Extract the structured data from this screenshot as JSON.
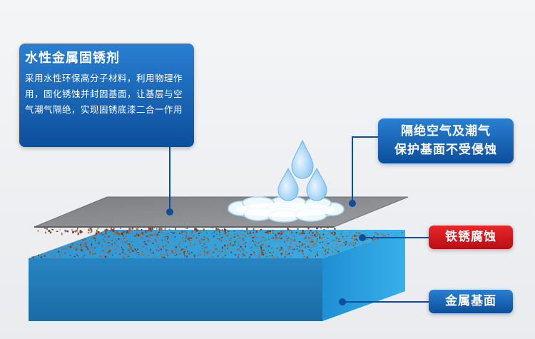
{
  "colors": {
    "label_blue": "#0c4e9c",
    "label_red": "#c81419",
    "coating_gray": "#8d8f93",
    "metal_top": "#34a8e4",
    "metal_front": "#2179b5",
    "metal_side": "#2ba0de",
    "rust": "#a0522d",
    "water": "#9fd1f3"
  },
  "coating_label": {
    "title": "水性金属固锈剂",
    "body": "采用水性环保高分子材料，利用物理作用，固化锈蚀并封固基面，让基层与空气潮气隔绝，实现固锈底漆二合一作用"
  },
  "barrier_label": {
    "line1": "隔绝空气及潮气",
    "line2": "保护基面不受侵蚀"
  },
  "rust_label": "铁锈腐蚀",
  "metal_label": "金属基面"
}
